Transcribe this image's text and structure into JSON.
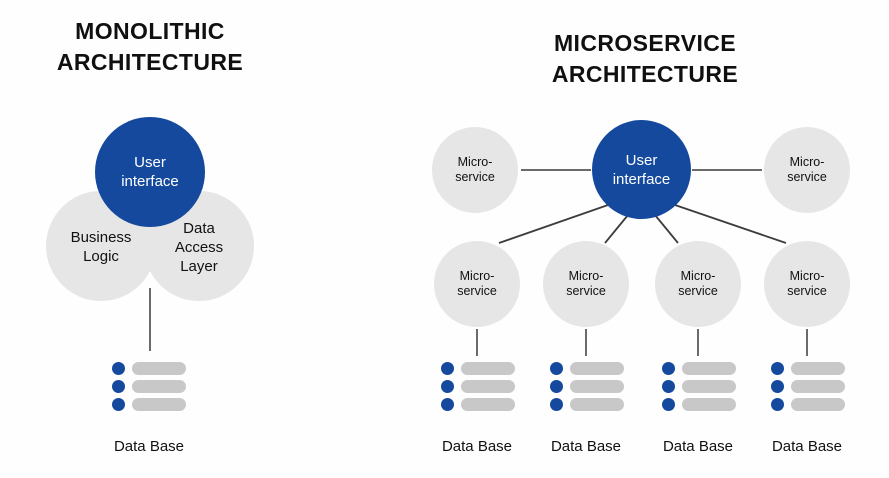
{
  "meta": {
    "background_color": "#fefefe",
    "accent_blue": "#14499e",
    "node_gray": "#e6e6e6",
    "bar_gray": "#c8c8c8",
    "line_gray": "#6b6b6b",
    "text_color": "#111111"
  },
  "panels": {
    "monolithic": {
      "title": "MONOLITHIC\nARCHITECTURE",
      "nodes": {
        "user_interface": "User\ninterface",
        "business_logic": "Business\nLogic",
        "data_access_layer": "Data\nAccess\nLayer"
      },
      "database": {
        "label": "Data Base",
        "rows": 3
      }
    },
    "microservice": {
      "title": "MICROSERVICE\nARCHITECTURE",
      "hub": "User\ninterface",
      "services": [
        {
          "label": "Micro-\nservice"
        },
        {
          "label": "Micro-\nservice"
        },
        {
          "label": "Micro-\nservice"
        },
        {
          "label": "Micro-\nservice"
        },
        {
          "label": "Micro-\nservice"
        },
        {
          "label": "Micro-\nservice"
        }
      ],
      "databases": [
        {
          "label": "Data Base",
          "rows": 3
        },
        {
          "label": "Data Base",
          "rows": 3
        },
        {
          "label": "Data Base",
          "rows": 3
        },
        {
          "label": "Data Base",
          "rows": 3
        }
      ]
    }
  }
}
